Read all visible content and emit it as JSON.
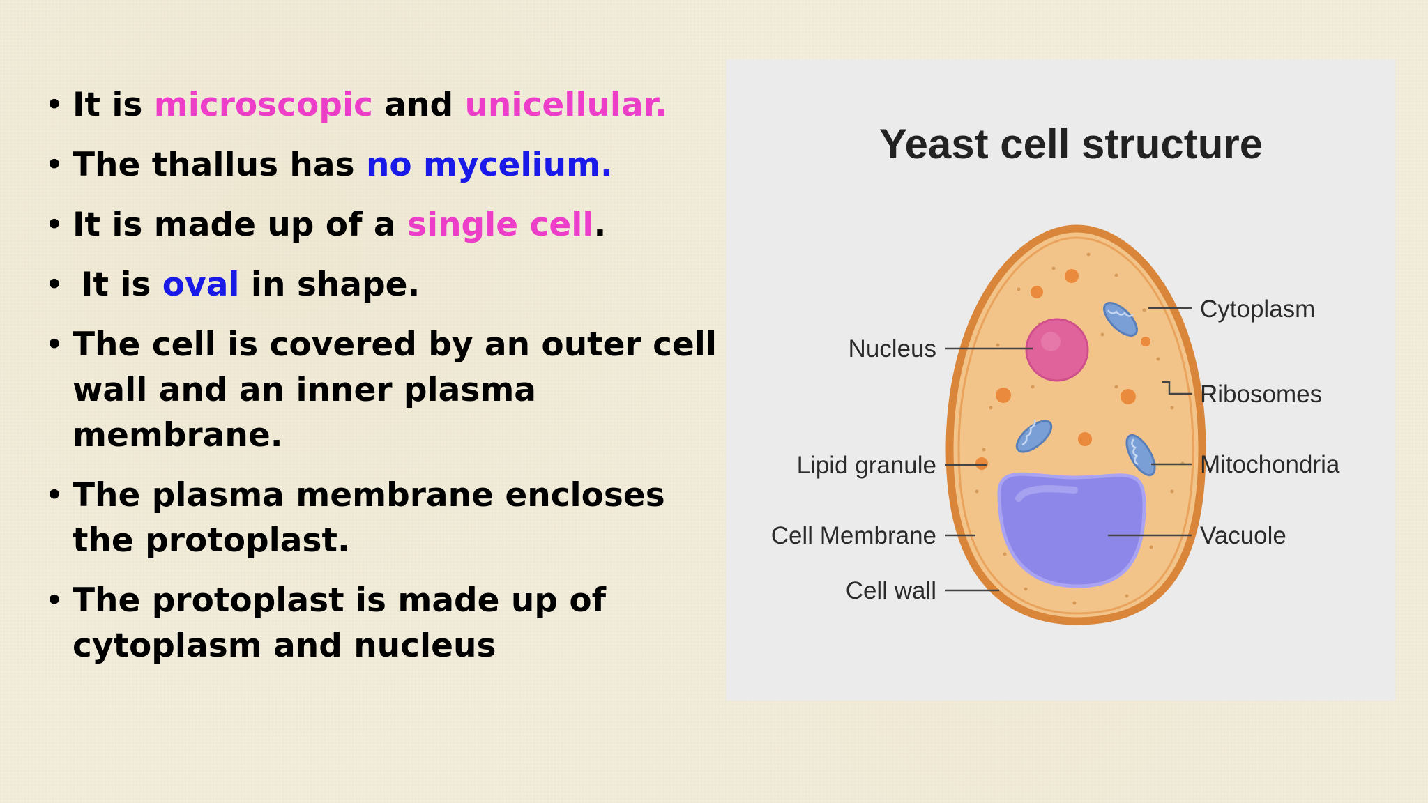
{
  "bullets": [
    {
      "parts": [
        {
          "text": "It is ",
          "style": "plain"
        },
        {
          "text": "microscopic",
          "style": "magenta"
        },
        {
          "text": " and ",
          "style": "plain"
        },
        {
          "text": "unicellular.",
          "style": "magenta"
        }
      ]
    },
    {
      "parts": [
        {
          "text": "The thallus has ",
          "style": "plain"
        },
        {
          "text": "no mycelium.",
          "style": "blue"
        }
      ]
    },
    {
      "parts": [
        {
          "text": "It is made up of a ",
          "style": "plain"
        },
        {
          "text": "single cell",
          "style": "magenta"
        },
        {
          "text": ".",
          "style": "plain"
        }
      ]
    },
    {
      "parts": [
        {
          "text": "It is ",
          "style": "plain"
        },
        {
          "text": "oval",
          "style": "blue"
        },
        {
          "text": " in shape.",
          "style": "plain"
        }
      ]
    },
    {
      "parts": [
        {
          "text": "The cell is covered by an outer cell wall and an inner plasma membrane.",
          "style": "plain"
        }
      ]
    },
    {
      "parts": [
        {
          "text": "The plasma membrane encloses the protoplast.",
          "style": "plain"
        }
      ]
    },
    {
      "parts": [
        {
          "text": "The protoplast is made up of cytoplasm and nucleus",
          "style": "plain"
        }
      ]
    }
  ],
  "figure": {
    "title": "Yeast cell structure",
    "labels": {
      "cytoplasm": "Cytoplasm",
      "nucleus": "Nucleus",
      "ribosomes": "Ribosomes",
      "lipid_granule": "Lipid granule",
      "mitochondria": "Mitochondria",
      "cell_membrane": "Cell Membrane",
      "vacuole": "Vacuole",
      "cell_wall": "Cell wall"
    }
  },
  "colors": {
    "highlight_magenta": "#ec3ec9",
    "highlight_blue": "#1a1ae8",
    "cell_wall": "#d9853a",
    "cytoplasm": "#f2c489",
    "nucleus": "#e0639c",
    "vacuole": "#8d87ea",
    "mitochondria": "#7a9fd6",
    "lipid_granule": "#ea8a3c"
  }
}
